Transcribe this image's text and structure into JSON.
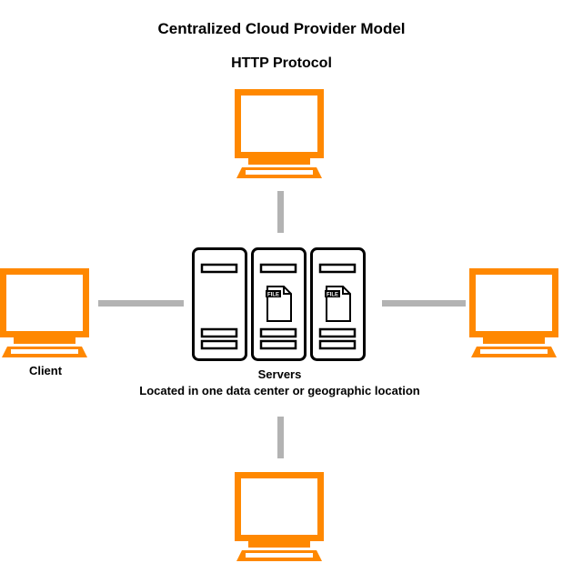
{
  "title": "Centralized Cloud Provider Model",
  "subtitle": "HTTP Protocol",
  "client_label": "Client",
  "servers_label": "Servers",
  "servers_caption": "Located in one data center or geographic location",
  "file_label": "FILE",
  "colors": {
    "client": "#ff8800",
    "connector": "#b3b3b3",
    "server_outline": "#000000"
  },
  "icons": [
    "monitor-icon",
    "server-icon",
    "file-icon"
  ]
}
